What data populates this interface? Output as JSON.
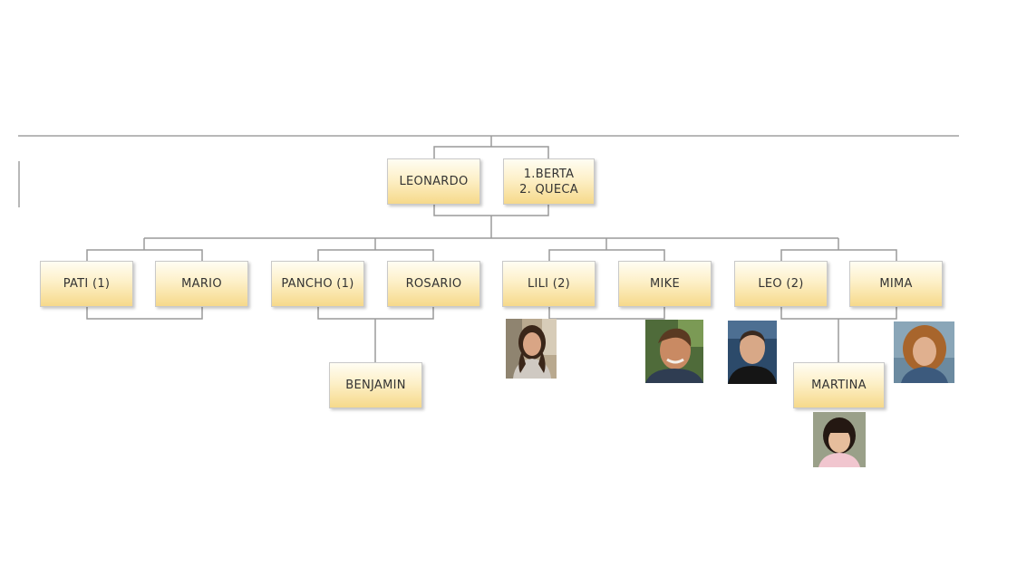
{
  "people": {
    "leonardo": "LEONARDO",
    "spouse_line1": "1.BERTA",
    "spouse_line2": "2. QUECA",
    "pati": "PATI (1)",
    "mario": "MARIO",
    "pancho": "PANCHO (1)",
    "rosario": "ROSARIO",
    "lili": "LILI (2)",
    "mike": "MIKE",
    "leo": "LEO (2)",
    "mima": "MIMA",
    "benjamin": "BENJAMIN",
    "martina": "MARTINA"
  },
  "photos": {
    "lili": "photo-lili",
    "mike": "photo-mike",
    "leo": "photo-leo",
    "mima": "photo-mima",
    "martina": "photo-martina"
  },
  "colors": {
    "connector": "#9a9a9a",
    "box_top": "#fffdf3",
    "box_bottom": "#f6d98a",
    "box_border": "#c9c9c9"
  }
}
